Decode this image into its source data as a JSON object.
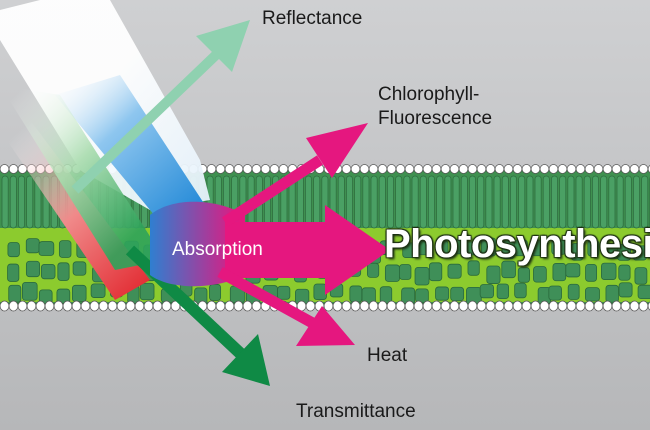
{
  "labels": {
    "reflectance": "Reflectance",
    "fluorescence_line1": "Chlorophyll-",
    "fluorescence_line2": "Fluorescence",
    "absorption": "Absorption",
    "photosynthesis": "Photosynthesis",
    "heat": "Heat",
    "transmittance": "Transmittance"
  },
  "colors": {
    "background": "#bdbec0",
    "leaf_green": "#3d8f52",
    "mesophyll_green": "#8ccb2e",
    "reflectance_arrow": "#8fd1b0",
    "absorption_arrows": "#e5177f",
    "transmittance_arrow": "#0f8a45",
    "light_blue": "#2f8fd8",
    "light_red": "#e3232b"
  }
}
